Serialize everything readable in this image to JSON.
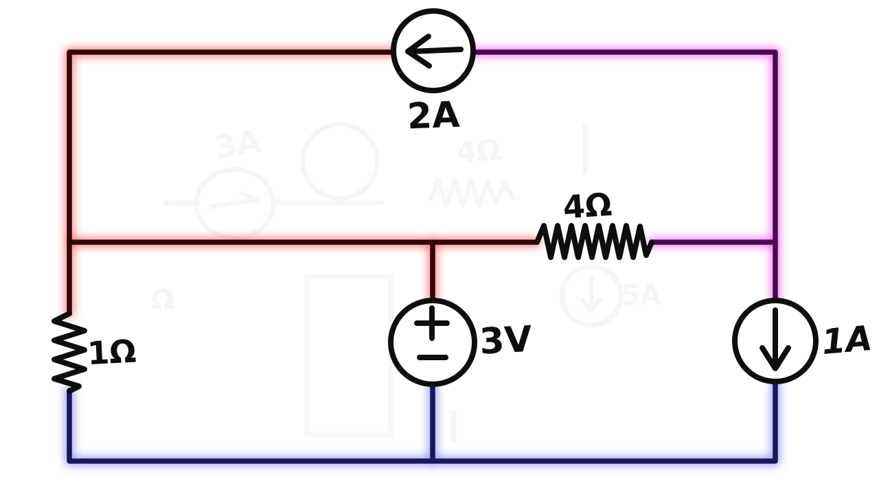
{
  "diagram": {
    "description": "Hand-drawn electrical circuit schematic with glowing colored wires on white background",
    "background": "#ffffff"
  },
  "components": {
    "current_source_top": {
      "label": "2A",
      "symbol": "circle-arrow-left-icon"
    },
    "resistor_left": {
      "label": "1Ω",
      "symbol": "zigzag-vertical"
    },
    "resistor_middle": {
      "label": "4Ω",
      "symbol": "zigzag-horizontal"
    },
    "voltage_source_middle": {
      "label": "3V",
      "plus": "+",
      "minus": "−",
      "symbol": "circle-plus-minus-icon"
    },
    "current_source_right": {
      "label": "1A",
      "symbol": "circle-arrow-down-icon"
    }
  },
  "ghost_sketch": {
    "labels": {
      "a3": "3A",
      "ohm4": "4Ω",
      "a5": "5A",
      "ohm": "Ω"
    }
  },
  "colors": {
    "ink": "#0e0e0e",
    "wire_red_core": "#330506",
    "wire_red_glow": "#ff6060",
    "wire_purple_core": "#470b4e",
    "wire_purple_glow": "#fb55f5",
    "wire_blue_core": "#17175a",
    "wire_blue_glow": "#8585ff"
  }
}
